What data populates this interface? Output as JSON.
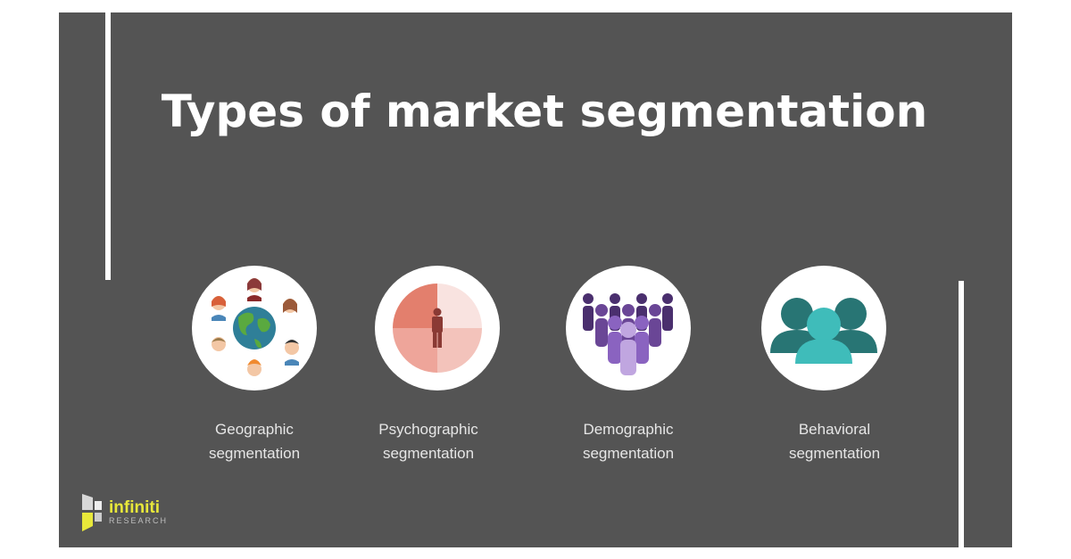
{
  "title": "Types of market segmentation",
  "segments": [
    {
      "line1": "Geographic",
      "line2": "segmentation",
      "icon": "globe-people-icon"
    },
    {
      "line1": "Psychographic",
      "line2": "segmentation",
      "icon": "person-wheel-icon"
    },
    {
      "line1": "Demographic",
      "line2": "segmentation",
      "icon": "crowd-icon"
    },
    {
      "line1": "Behavioral",
      "line2": "segmentation",
      "icon": "group-icon"
    }
  ],
  "logo": {
    "name": "infiniti",
    "sub": "RESEARCH"
  },
  "colors": {
    "panel": "#545454",
    "accent": "#e8e83a"
  }
}
